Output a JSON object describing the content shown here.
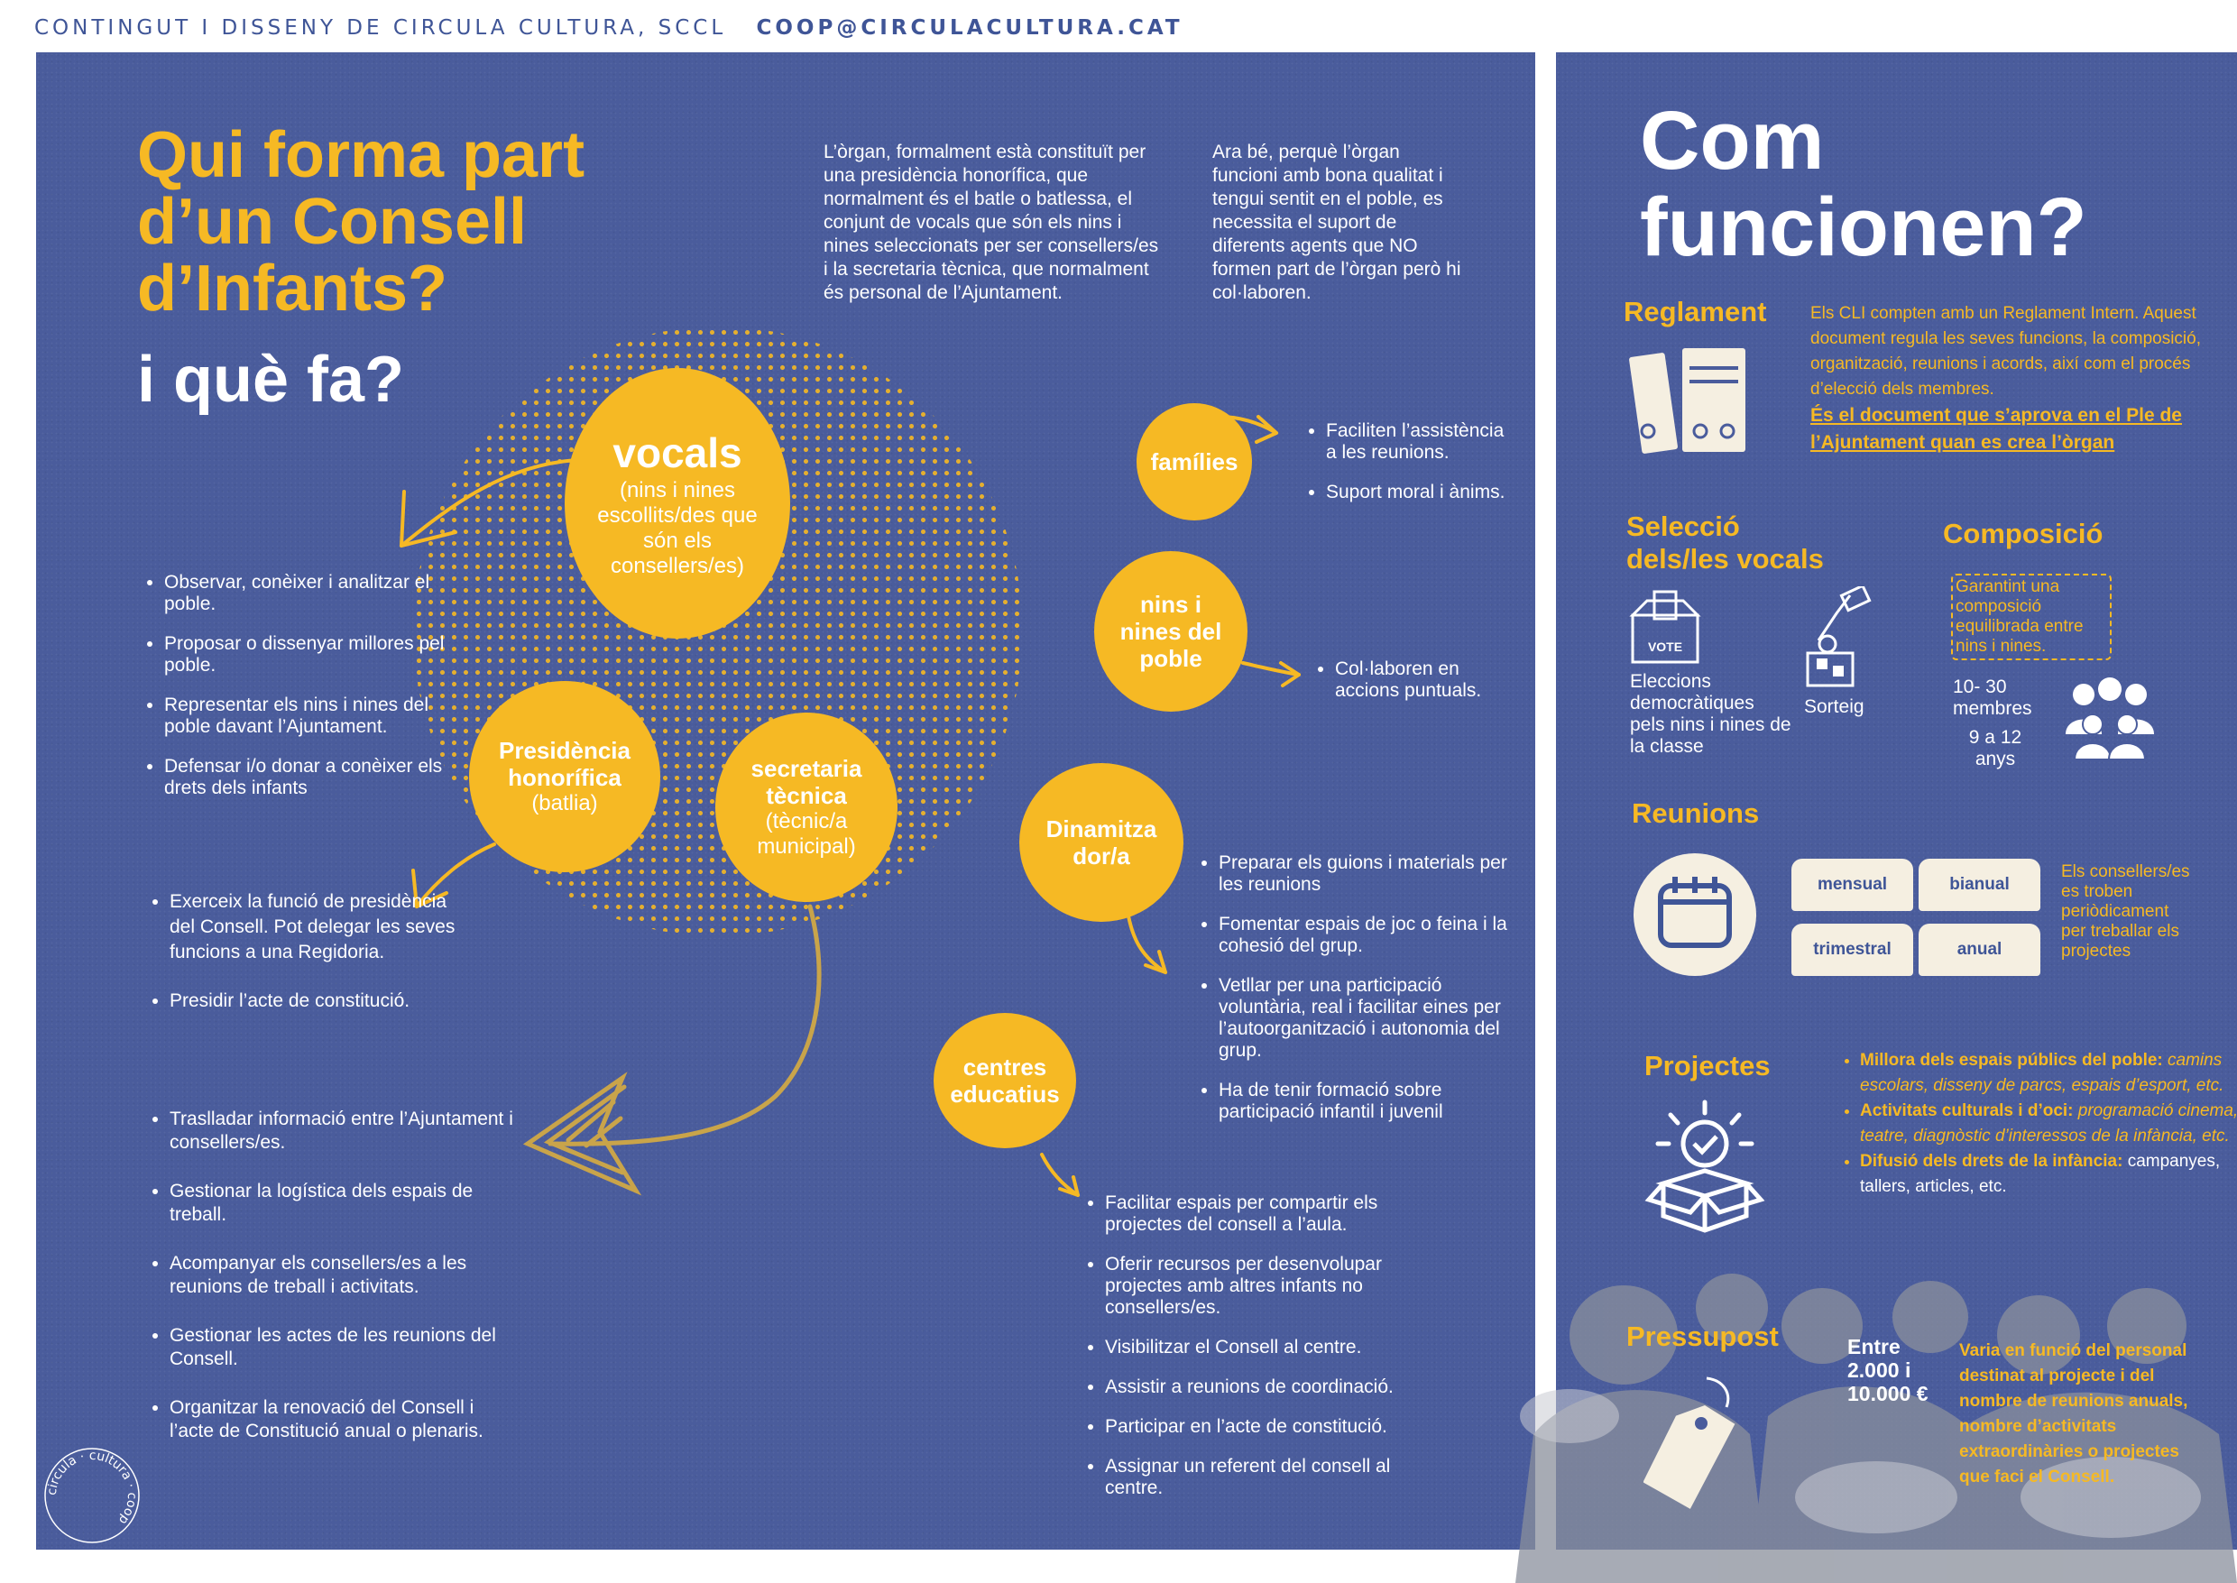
{
  "header": {
    "credit": "CONTINGUT I DISSENY DE CIRCULA CULTURA, SCCL",
    "email": "COOP@CIRCULACULTURA.CAT"
  },
  "left": {
    "title_lines": [
      "Qui forma part",
      "d’un Consell",
      "d’Infants?"
    ],
    "subtitle": "i què fa?",
    "intro_1": "L’òrgan, formalment està constituït per una presidència honorífica, que normalment és el batle o batlessa, el conjunt de vocals que són els nins i nines seleccionats per ser consellers/es i la secretaria tècnica, que normalment és personal de l’Ajuntament.",
    "intro_2": "Ara bé, perquè l’òrgan funcioni amb bona qualitat i tengui sentit en el poble, es necessita el suport de diferents agents que NO formen part de l’òrgan però hi col·laboren.",
    "vocals": {
      "title": "vocals",
      "desc": "(nins i nines escollits/des que són els consellers/es)"
    },
    "presidencia": {
      "title": "Presidència honorífica",
      "desc": "(batlia)"
    },
    "secretaria": {
      "title": "secretaria tècnica",
      "desc": "(tècnic/a municipal)"
    },
    "vocals_bullets": [
      "Observar, conèixer i analitzar el poble.",
      "Proposar o dissenyar millores pel poble.",
      "Representar els nins i nines del poble davant l’Ajuntament.",
      "Defensar i/o donar a conèixer els drets dels infants"
    ],
    "presidencia_bullets": [
      "Exerceix la funció de presidència del Consell.  Pot delegar les seves funcions a una Regidoria.",
      "Presidir l’acte de constitució."
    ],
    "secretaria_bullets": [
      "Traslladar informació entre l’Ajuntament i consellers/es.",
      "Gestionar la logística dels espais de treball.",
      "Acompanyar els consellers/es a les reunions de treball i activitats.",
      "Gestionar les actes de les reunions del Consell.",
      "Organitzar la renovació del Consell i l’acte de Constitució anual o plenaris."
    ],
    "families": {
      "title": "famílies",
      "bullets": [
        "Faciliten l’assistència a les reunions.",
        "Suport moral i ànims."
      ]
    },
    "nins_poble": {
      "title": "nins i nines del poble",
      "bullets": [
        "Col·laboren en accions puntuals."
      ]
    },
    "dinamitzador": {
      "title": "Dinamitza dor/a",
      "bullets": [
        "Preparar els guions i materials per les reunions",
        "Fomentar espais de joc o feina i la cohesió del grup.",
        "Vetllar per una participació voluntària, real i facilitar eines per l’autoorganització i autonomia del grup.",
        "Ha de tenir formació sobre participació infantil i juvenil"
      ]
    },
    "centres": {
      "title": "centres educatius",
      "bullets": [
        "Facilitar espais per compartir els projectes del consell a l’aula.",
        "Oferir recursos per desenvolupar projectes amb altres infants no consellers/es.",
        "Visibilitzar el Consell al centre.",
        "Assistir a reunions de coordinació.",
        "Participar en l’acte de constitució.",
        "Assignar un referent del consell al centre."
      ]
    },
    "stamp": "circula · cultura · coop"
  },
  "right": {
    "title_lines": [
      "Com",
      "funcionen?"
    ],
    "reglament": {
      "head": "Reglament",
      "text": "Els CLI compten amb un Reglament Intern. Aquest document regula les seves funcions, la composició, organització, reunions i acords, així com el procés d’elecció dels membres.",
      "bold": "És el document que s’aprova en el Ple de l’Ajuntament quan es crea l’òrgan"
    },
    "seleccio": {
      "head_lines": [
        "Selecció",
        "dels/les  vocals"
      ],
      "vote_label": "VOTE",
      "elections": "Eleccions democràtiques pels nins i nines de la classe",
      "sorteig": "Sorteig"
    },
    "composicio": {
      "head": "Composició",
      "box": "Garantint una composició equilibrada entre nins i nines.",
      "membres": "10- 30 membres",
      "anys": "9 a 12 anys"
    },
    "reunions": {
      "head": "Reunions",
      "pills": [
        "mensual",
        "bianual",
        "trimestral",
        "anual"
      ],
      "text": "Els consellers/es es troben periòdicament per treballar els projectes"
    },
    "projectes": {
      "head": "Projectes",
      "items": [
        {
          "bold": "Millora dels espais públics del poble:",
          "italic": "camins escolars, disseny de parcs, espais d’esport, etc."
        },
        {
          "bold": "Activitats culturals i d’oci:",
          "italic": "programació cinema, teatre, diagnòstic d’interessos de la infància, etc."
        },
        {
          "bold": "Difusió dels drets de la infància:",
          "italic": "campanyes, tallers, articles, etc."
        }
      ]
    },
    "pressupost": {
      "head": "Pressupost",
      "range": "Entre 2.000 i 10.000 €",
      "text": "Varia en funció del personal destinat al projecte i del nombre de reunions anuals, nombre d’activitats extraordinàries o projectes que faci el Consell."
    }
  },
  "colors": {
    "panel": "#4a5c9c",
    "accent": "#f6b924",
    "text": "#ffffff",
    "header": "#3f5597"
  }
}
